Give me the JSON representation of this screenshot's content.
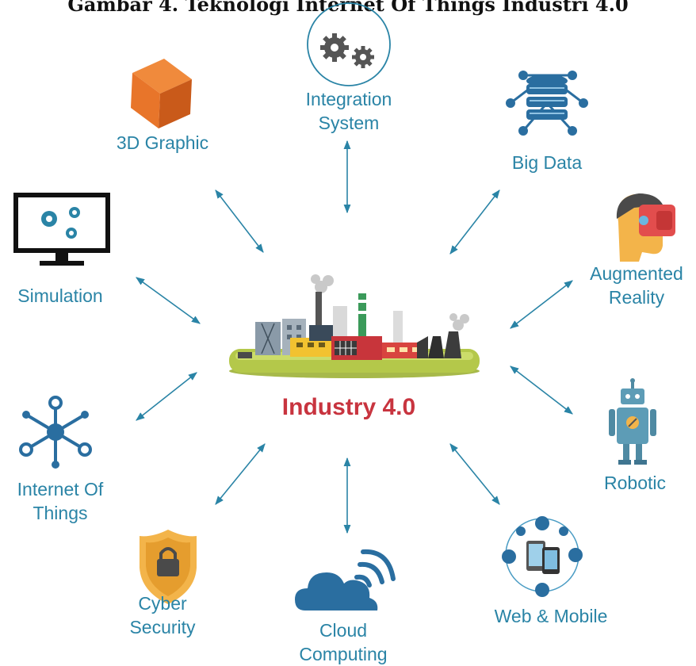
{
  "caption": "Gambar 4. Teknologi Internet Of Things Industri 4.0",
  "center": {
    "title": "Industry 4.0"
  },
  "nodes": {
    "integration": {
      "line1": "Integration",
      "line2": "System"
    },
    "graphic3d": {
      "line1": "3D Graphic"
    },
    "bigdata": {
      "line1": "Big Data"
    },
    "simulation": {
      "line1": "Simulation"
    },
    "ar": {
      "line1": "Augmented",
      "line2": "Reality"
    },
    "iot": {
      "line1": "Internet Of",
      "line2": "Things"
    },
    "robotic": {
      "line1": "Robotic"
    },
    "cyber": {
      "line1": "Cyber",
      "line2": "Security"
    },
    "cloud": {
      "line1": "Cloud",
      "line2": "Computing"
    },
    "web": {
      "line1": "Web & Mobile"
    }
  },
  "colors": {
    "label": "#2a84a6",
    "center_title": "#c8343f",
    "arrow": "#2a84a6",
    "accent_orange": "#e8752a",
    "icon_blue": "#2a6ea0"
  }
}
